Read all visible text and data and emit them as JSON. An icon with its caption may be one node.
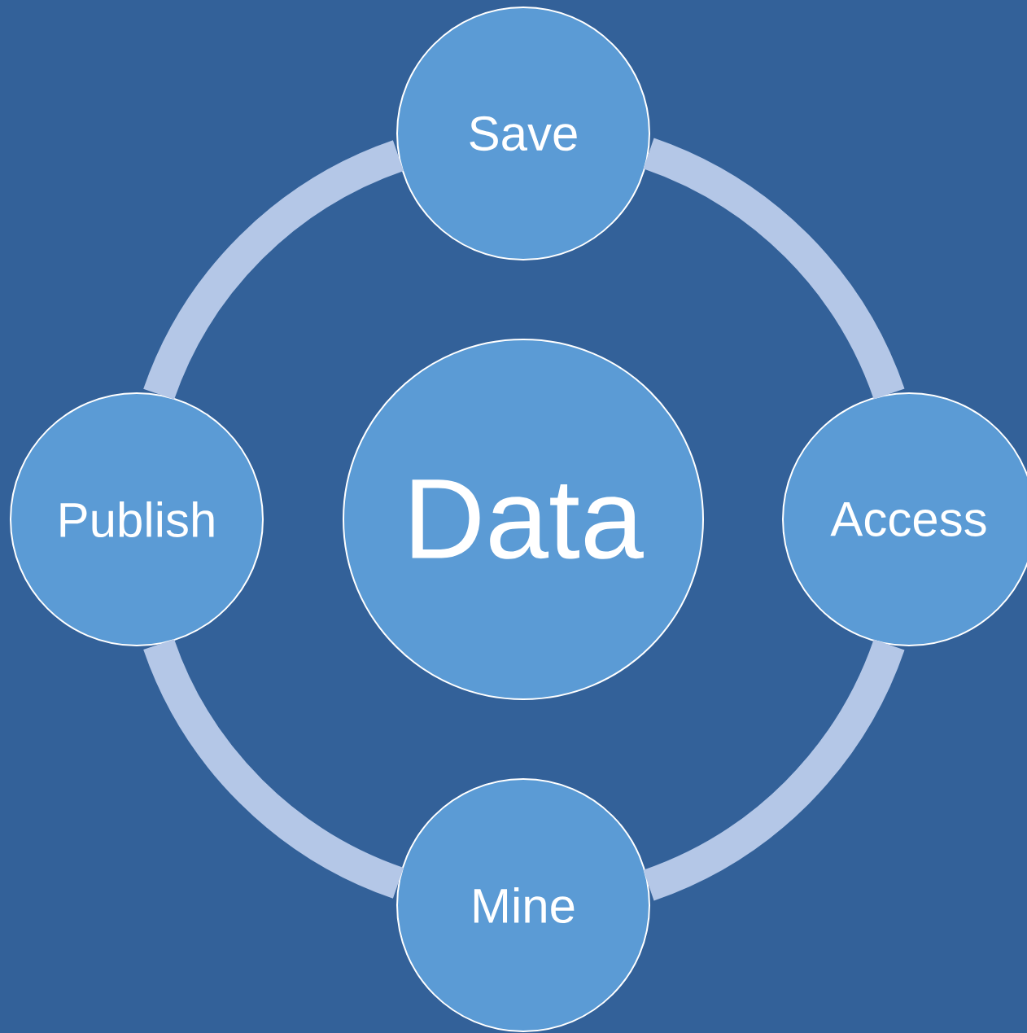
{
  "diagram": {
    "nodes": [
      {
        "text": [
          "Save"
        ]
      },
      {
        "text": [
          "Publish"
        ]
      },
      {
        "text": [
          "Data"
        ]
      },
      {
        "text": [
          "Access"
        ]
      },
      {
        "text": [
          "Mine"
        ]
      }
    ],
    "edges": [
      {
        "from": 0,
        "to": 3,
        "arrow": "none"
      },
      {
        "from": 3,
        "to": 4,
        "arrow": "none"
      },
      {
        "from": 4,
        "to": 1,
        "arrow": "none"
      },
      {
        "from": 1,
        "to": 0,
        "arrow": "none"
      }
    ]
  }
}
